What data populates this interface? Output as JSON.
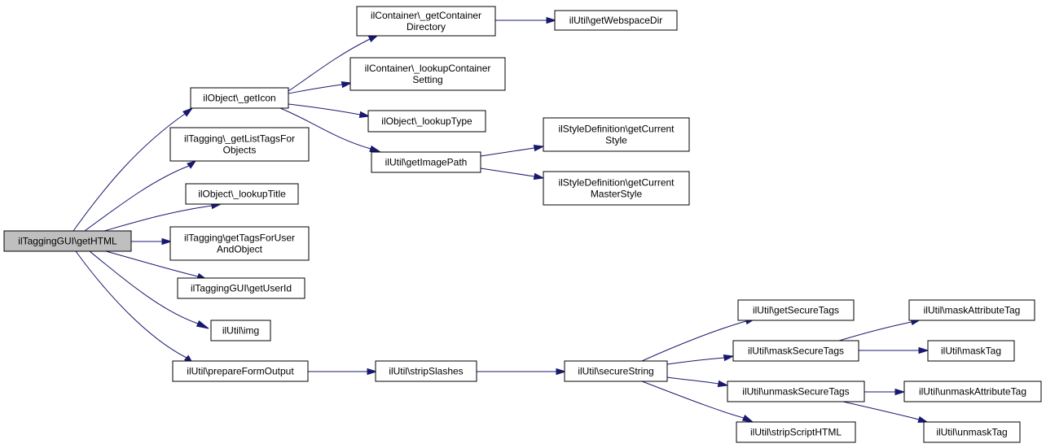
{
  "diagram": {
    "type": "call-graph",
    "nodes": [
      {
        "id": "root",
        "lines": [
          "ilTaggingGUI\\getHTML"
        ],
        "root": true
      },
      {
        "id": "getIcon",
        "lines": [
          "ilObject\\_getIcon"
        ]
      },
      {
        "id": "getListTags",
        "lines": [
          "ilTagging\\_getListTagsFor",
          "Objects"
        ]
      },
      {
        "id": "lookupTitle",
        "lines": [
          "ilObject\\_lookupTitle"
        ]
      },
      {
        "id": "getTagsForUser",
        "lines": [
          "ilTagging\\getTagsForUser",
          "AndObject"
        ]
      },
      {
        "id": "getUserId",
        "lines": [
          "ilTaggingGUI\\getUserId"
        ]
      },
      {
        "id": "img",
        "lines": [
          "ilUtil\\img"
        ]
      },
      {
        "id": "prepareForm",
        "lines": [
          "ilUtil\\prepareFormOutput"
        ]
      },
      {
        "id": "getContainerDir",
        "lines": [
          "ilContainer\\_getContainer",
          "Directory"
        ]
      },
      {
        "id": "lookupContainer",
        "lines": [
          "ilContainer\\_lookupContainer",
          "Setting"
        ]
      },
      {
        "id": "lookupType",
        "lines": [
          "ilObject\\_lookupType"
        ]
      },
      {
        "id": "getImagePath",
        "lines": [
          "ilUtil\\getImagePath"
        ]
      },
      {
        "id": "getWebspaceDir",
        "lines": [
          "ilUtil\\getWebspaceDir"
        ]
      },
      {
        "id": "getCurrentStyle",
        "lines": [
          "ilStyleDefinition\\getCurrent",
          "Style"
        ]
      },
      {
        "id": "getCurrentMaster",
        "lines": [
          "ilStyleDefinition\\getCurrent",
          "MasterStyle"
        ]
      },
      {
        "id": "stripSlashes",
        "lines": [
          "ilUtil\\stripSlashes"
        ]
      },
      {
        "id": "secureString",
        "lines": [
          "ilUtil\\secureString"
        ]
      },
      {
        "id": "getSecureTags",
        "lines": [
          "ilUtil\\getSecureTags"
        ]
      },
      {
        "id": "maskSecureTags",
        "lines": [
          "ilUtil\\maskSecureTags"
        ]
      },
      {
        "id": "unmaskSecureTags",
        "lines": [
          "ilUtil\\unmaskSecureTags"
        ]
      },
      {
        "id": "stripScript",
        "lines": [
          "ilUtil\\stripScriptHTML"
        ]
      },
      {
        "id": "maskAttributeTag",
        "lines": [
          "ilUtil\\maskAttributeTag"
        ]
      },
      {
        "id": "maskTag",
        "lines": [
          "ilUtil\\maskTag"
        ]
      },
      {
        "id": "unmaskAttributeTag",
        "lines": [
          "ilUtil\\unmaskAttributeTag"
        ]
      },
      {
        "id": "unmaskTag",
        "lines": [
          "ilUtil\\unmaskTag"
        ]
      }
    ],
    "edges": [
      {
        "from": "root",
        "to": "getIcon"
      },
      {
        "from": "root",
        "to": "getListTags"
      },
      {
        "from": "root",
        "to": "lookupTitle"
      },
      {
        "from": "root",
        "to": "getTagsForUser"
      },
      {
        "from": "root",
        "to": "getUserId"
      },
      {
        "from": "root",
        "to": "img"
      },
      {
        "from": "root",
        "to": "prepareForm"
      },
      {
        "from": "getIcon",
        "to": "getContainerDir"
      },
      {
        "from": "getIcon",
        "to": "lookupContainer"
      },
      {
        "from": "getIcon",
        "to": "lookupType"
      },
      {
        "from": "getIcon",
        "to": "getImagePath"
      },
      {
        "from": "getContainerDir",
        "to": "getWebspaceDir"
      },
      {
        "from": "getImagePath",
        "to": "getCurrentStyle"
      },
      {
        "from": "getImagePath",
        "to": "getCurrentMaster"
      },
      {
        "from": "prepareForm",
        "to": "stripSlashes"
      },
      {
        "from": "stripSlashes",
        "to": "secureString"
      },
      {
        "from": "secureString",
        "to": "getSecureTags"
      },
      {
        "from": "secureString",
        "to": "maskSecureTags"
      },
      {
        "from": "secureString",
        "to": "unmaskSecureTags"
      },
      {
        "from": "secureString",
        "to": "stripScript"
      },
      {
        "from": "maskSecureTags",
        "to": "maskAttributeTag"
      },
      {
        "from": "maskSecureTags",
        "to": "maskTag"
      },
      {
        "from": "unmaskSecureTags",
        "to": "unmaskAttributeTag"
      },
      {
        "from": "unmaskSecureTags",
        "to": "unmaskTag"
      }
    ],
    "colors": {
      "edge": "#191970",
      "root_fill": "#bfbfbf",
      "node_fill": "#ffffff",
      "node_border": "#000000"
    }
  }
}
